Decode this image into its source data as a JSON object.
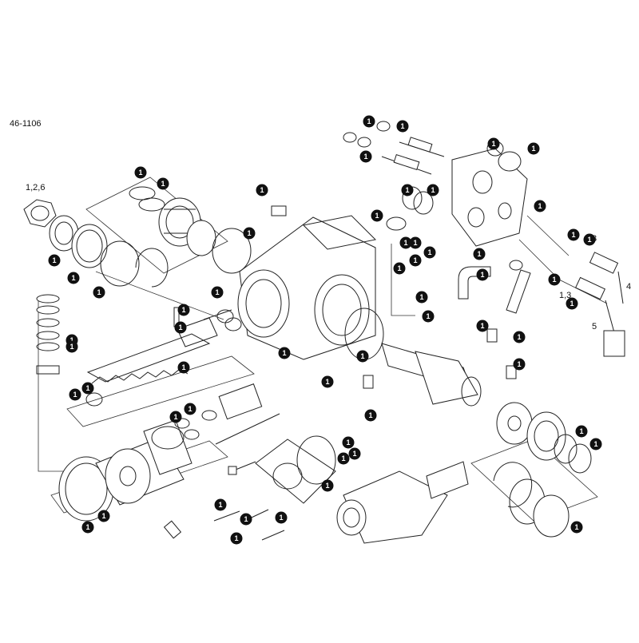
{
  "diagram": {
    "drawing_number": "46-1106",
    "part_labels": {
      "label_126": "1,2,6",
      "label_3": "3",
      "label_4": "4",
      "label_5": "5",
      "label_13": "1,3"
    },
    "callout_text": "1"
  }
}
